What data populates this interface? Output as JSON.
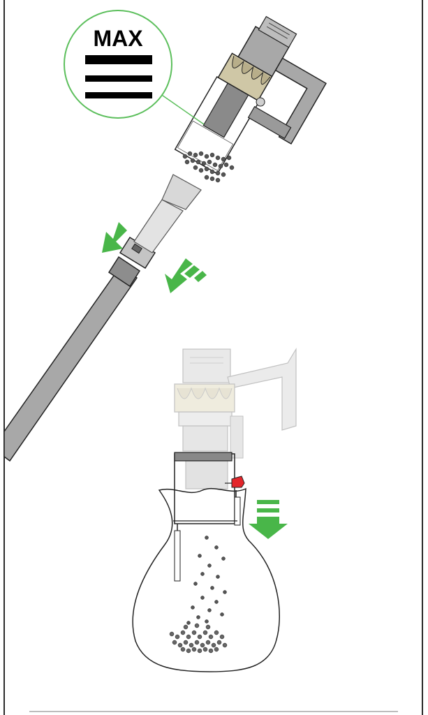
{
  "callout": {
    "label": "MAX",
    "icon": "max-fill-line-icon"
  },
  "colors": {
    "accent_green": "#49b649",
    "callout_ring": "#5cbf5c",
    "body_gray": "#a8a8a8",
    "dark_gray": "#7a7a7a",
    "cyclone_yellow": "#cfc7a6",
    "release_red": "#e3262b",
    "outline": "#222222"
  },
  "steps": [
    {
      "name": "remove-wand-step",
      "icons": [
        "vacuum-icon",
        "wand-icon",
        "arrow-down-left-icon",
        "arrow-down-left-icon"
      ]
    },
    {
      "name": "empty-bin-step",
      "icons": [
        "vacuum-faded-icon",
        "bin-icon",
        "bag-icon",
        "red-release-button-icon",
        "arrow-down-icon"
      ]
    }
  ]
}
